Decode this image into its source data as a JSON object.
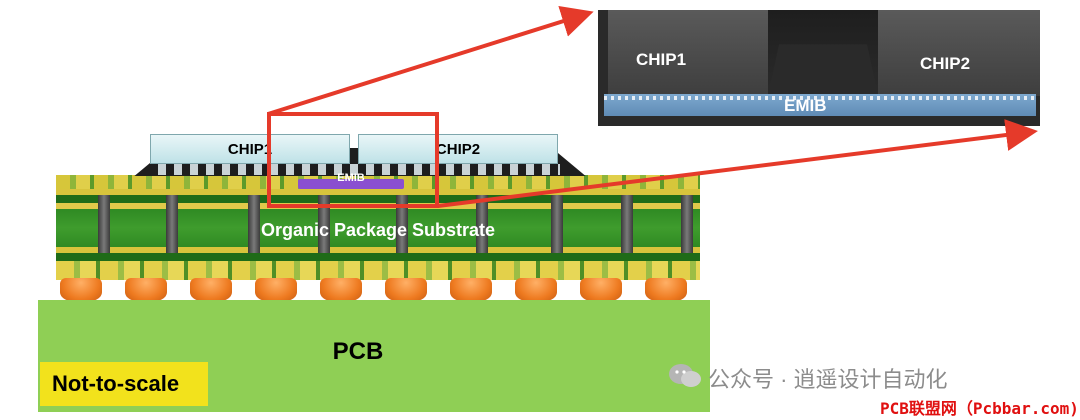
{
  "labels": {
    "chip1": "CHIP1",
    "chip2": "CHIP2",
    "emib": "EMIB",
    "substrate": "Organic Package Substrate",
    "pcb": "PCB",
    "scale_note": "Not-to-scale"
  },
  "zoom_view": {
    "chip1": "CHIP1",
    "chip2": "CHIP2",
    "emib": "EMIB"
  },
  "watermarks": {
    "wechat": "公众号 · 逍遥设计自动化",
    "site": "PCB联盟网（Pcbbar.com)"
  },
  "colors": {
    "pcb": "#8fcf55",
    "note_bg": "#f2e21c",
    "substrate": "#2f7d1f",
    "bump": "#ee7a20",
    "chip": "#bfe2e7",
    "emib": "#8a4fd0",
    "highlight": "#e53a2a"
  }
}
